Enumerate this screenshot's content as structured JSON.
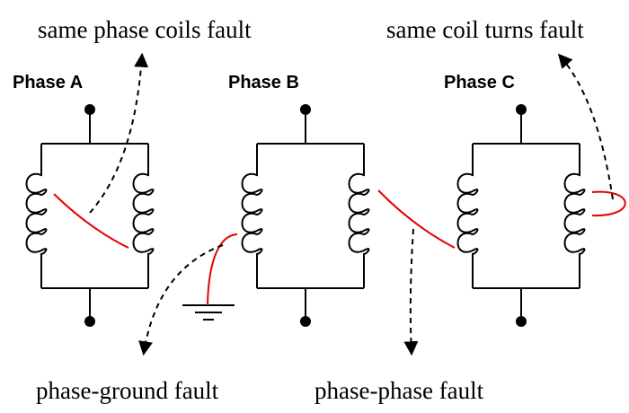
{
  "labels": {
    "same_phase_coils_fault": "same phase coils fault",
    "same_coil_turns_fault": "same coil turns fault",
    "phase_ground_fault": "phase-ground fault",
    "phase_phase_fault": "phase-phase fault"
  },
  "phases": [
    {
      "name": "Phase A"
    },
    {
      "name": "Phase B"
    },
    {
      "name": "Phase C"
    }
  ],
  "colors": {
    "wire": "#000000",
    "fault": "#e60000"
  },
  "icons": {
    "terminal": "filled-circle",
    "coil": "coil-loops",
    "ground": "ground-symbol",
    "arrow": "dashed-arrow"
  }
}
